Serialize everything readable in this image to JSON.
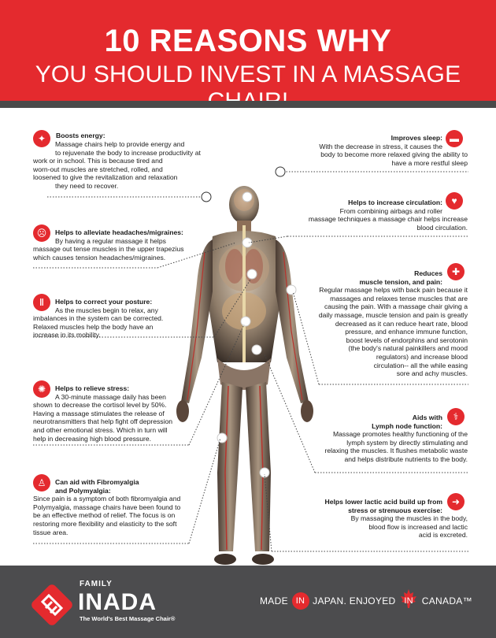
{
  "header": {
    "title_line1": "10 REASONS WHY",
    "title_line2": "YOU SHOULD INVEST IN A MASSAGE CHAIR!"
  },
  "colors": {
    "accent": "#e42a2e",
    "dark": "#4c4c4e"
  },
  "sections": {
    "energy": {
      "icon": "person-cheering-icon",
      "title": "Boosts energy:",
      "lines": [
        "Massage chairs help to provide energy and",
        "to rejuvenate the body to increase productivity at",
        "work or in school. This is because tired and",
        "worn-out muscles are stretched, rolled, and",
        "loosened to give the revitalization and relaxation",
        "they need to recover."
      ]
    },
    "headache": {
      "icon": "head-pain-icon",
      "title": "Helps to alleviate headaches/migraines:",
      "lines": [
        "By having a regular massage it helps",
        "massage out tense muscles in the upper trapezius",
        "which causes tension headaches/migraines."
      ]
    },
    "posture": {
      "icon": "spine-icon",
      "title": "Helps to correct your posture:",
      "lines": [
        "As the muscles begin to relax, any",
        "imbalances in the system can be corrected.",
        "Relaxed muscles help the body have an",
        "increase in its mobility."
      ]
    },
    "stress": {
      "icon": "stressed-head-icon",
      "title": "Helps to relieve stress:",
      "lines": [
        "A 30-minute massage daily has been",
        "shown to decrease the cortisol level by 50%.",
        "Having a massage stimulates the release of",
        "neurotransmitters that help fight off depression",
        "and other emotional stress. Which in turn will",
        "help  in decreasing high blood pressure."
      ]
    },
    "fibro": {
      "icon": "person-standing-icon",
      "title_lines": [
        "Can aid with Fibromyalgia",
        "and Polymyalgia:"
      ],
      "lines": [
        "Since pain is a symptom of both fibromyalgia and",
        "Polymyalgia, massage chairs have been found to",
        "be an effective method of relief. The focus is on",
        "restoring more flexibility and elasticity to the soft",
        "tissue area."
      ]
    },
    "sleep": {
      "icon": "bed-icon",
      "title": "Improves sleep:",
      "lines": [
        "With the decrease in stress, it causes the",
        "body to become more relaxed giving the ability to",
        "have a more restful sleep"
      ]
    },
    "circulation": {
      "icon": "heart-icon",
      "title": "Helps to increase circulation:",
      "lines": [
        "From combining airbags and roller",
        "massage techniques a massage chair helps increase",
        "blood circulation."
      ]
    },
    "tension": {
      "icon": "back-pain-icon",
      "title_lines": [
        "Reduces",
        "muscle tension, and pain:"
      ],
      "lines": [
        "Regular massage helps with back pain because it",
        "massages and relaxes tense muscles that are",
        "causing the pain. With a massage chair giving a",
        "daily massage, muscle tension and pain is greatly",
        "decreased as it can reduce heart rate, blood",
        "pressure, and enhance immune function,",
        "boost levels of endorphins and serotonin",
        "(the body's natural painkillers and mood",
        "regulators) and increase blood",
        "circulation-- all the while easing",
        "sore and achy muscles."
      ]
    },
    "lymph": {
      "icon": "lymph-node-icon",
      "title_lines": [
        "Aids with",
        "Lymph node function:"
      ],
      "lines": [
        "Massage promotes healthy functioning of the",
        "lymph system by directly stimulating and",
        "relaxing the muscles. It flushes metabolic waste",
        "and helps distribute nutrients to the body."
      ]
    },
    "lactic": {
      "icon": "runner-icon",
      "title_lines": [
        "Helps lower lactic acid build up from",
        "stress or strenuous exercise:"
      ],
      "lines": [
        "By massaging the muscles in the body,",
        "blood flow is increased and lactic",
        "acid is excreted."
      ]
    }
  },
  "footer": {
    "brand_family": "FAMILY",
    "brand_name": "INADA",
    "brand_tagline": "The World's Best Massage Chair®",
    "slogan_made": "MADE",
    "slogan_in1": "IN",
    "slogan_japan": "JAPAN.  ENJOYED",
    "slogan_in2": "IN",
    "slogan_canada": "CANADA™"
  }
}
